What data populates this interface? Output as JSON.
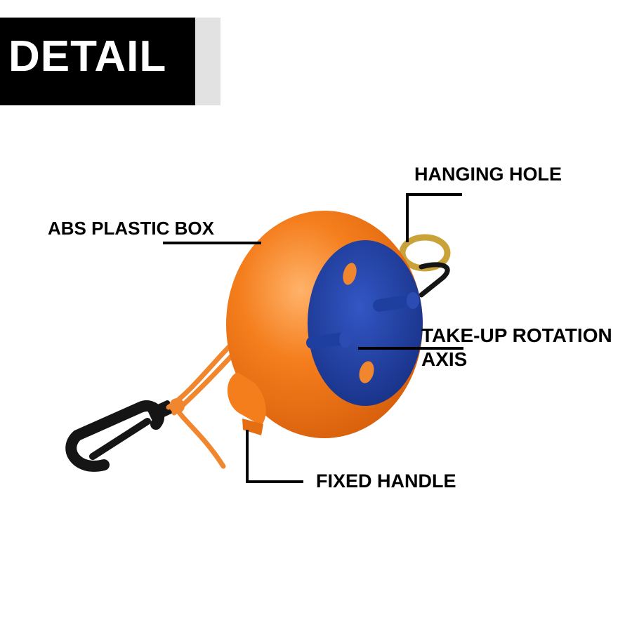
{
  "banner": {
    "title": "DETAIL"
  },
  "labels": {
    "abs_plastic_box": "ABS PLASTIC BOX",
    "hanging_hole": "HANGING HOLE",
    "take_up_line1": "TAKE-UP ROTATION",
    "take_up_line2": "AXIS",
    "fixed_handle": "FIXED HANDLE"
  },
  "colors": {
    "box_orange": "#f47d1c",
    "face_blue": "#1f3fa0",
    "hook_black": "#151515",
    "ring_gold": "#c9a23a",
    "cord_orange": "#f0862e"
  }
}
